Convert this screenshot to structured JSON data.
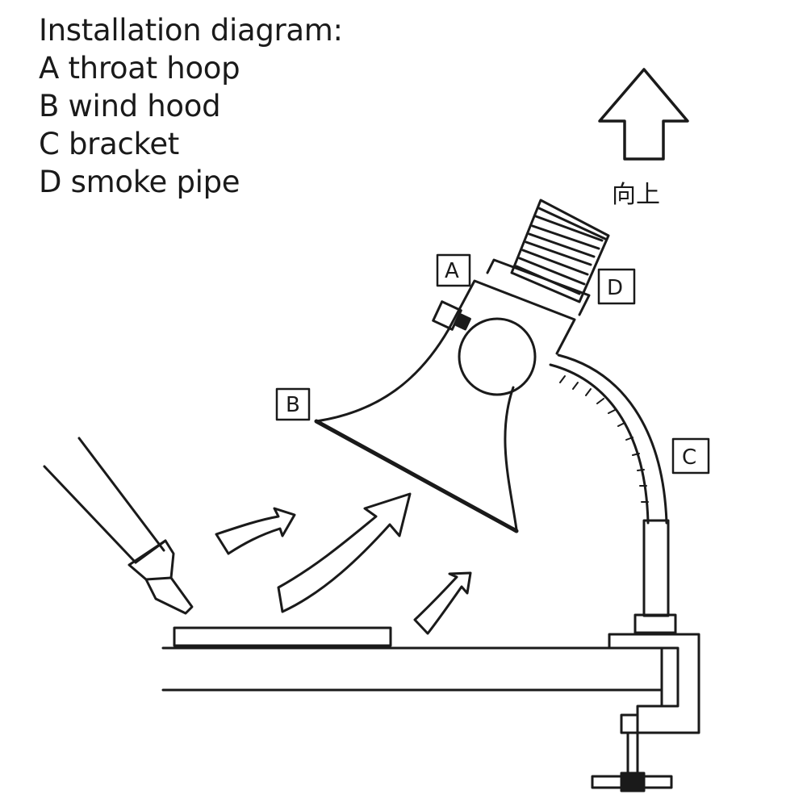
{
  "legend": {
    "title": "Installation diagram:",
    "items": [
      "A throat hoop",
      "B wind hood",
      "C bracket",
      "D smoke pipe"
    ]
  },
  "callouts": {
    "a": "A",
    "b": "B",
    "c": "C",
    "d": "D"
  },
  "up_label": "向上",
  "icons": {
    "up_arrow": "up-arrow-icon",
    "airflow": "airflow-arrow-icon"
  }
}
